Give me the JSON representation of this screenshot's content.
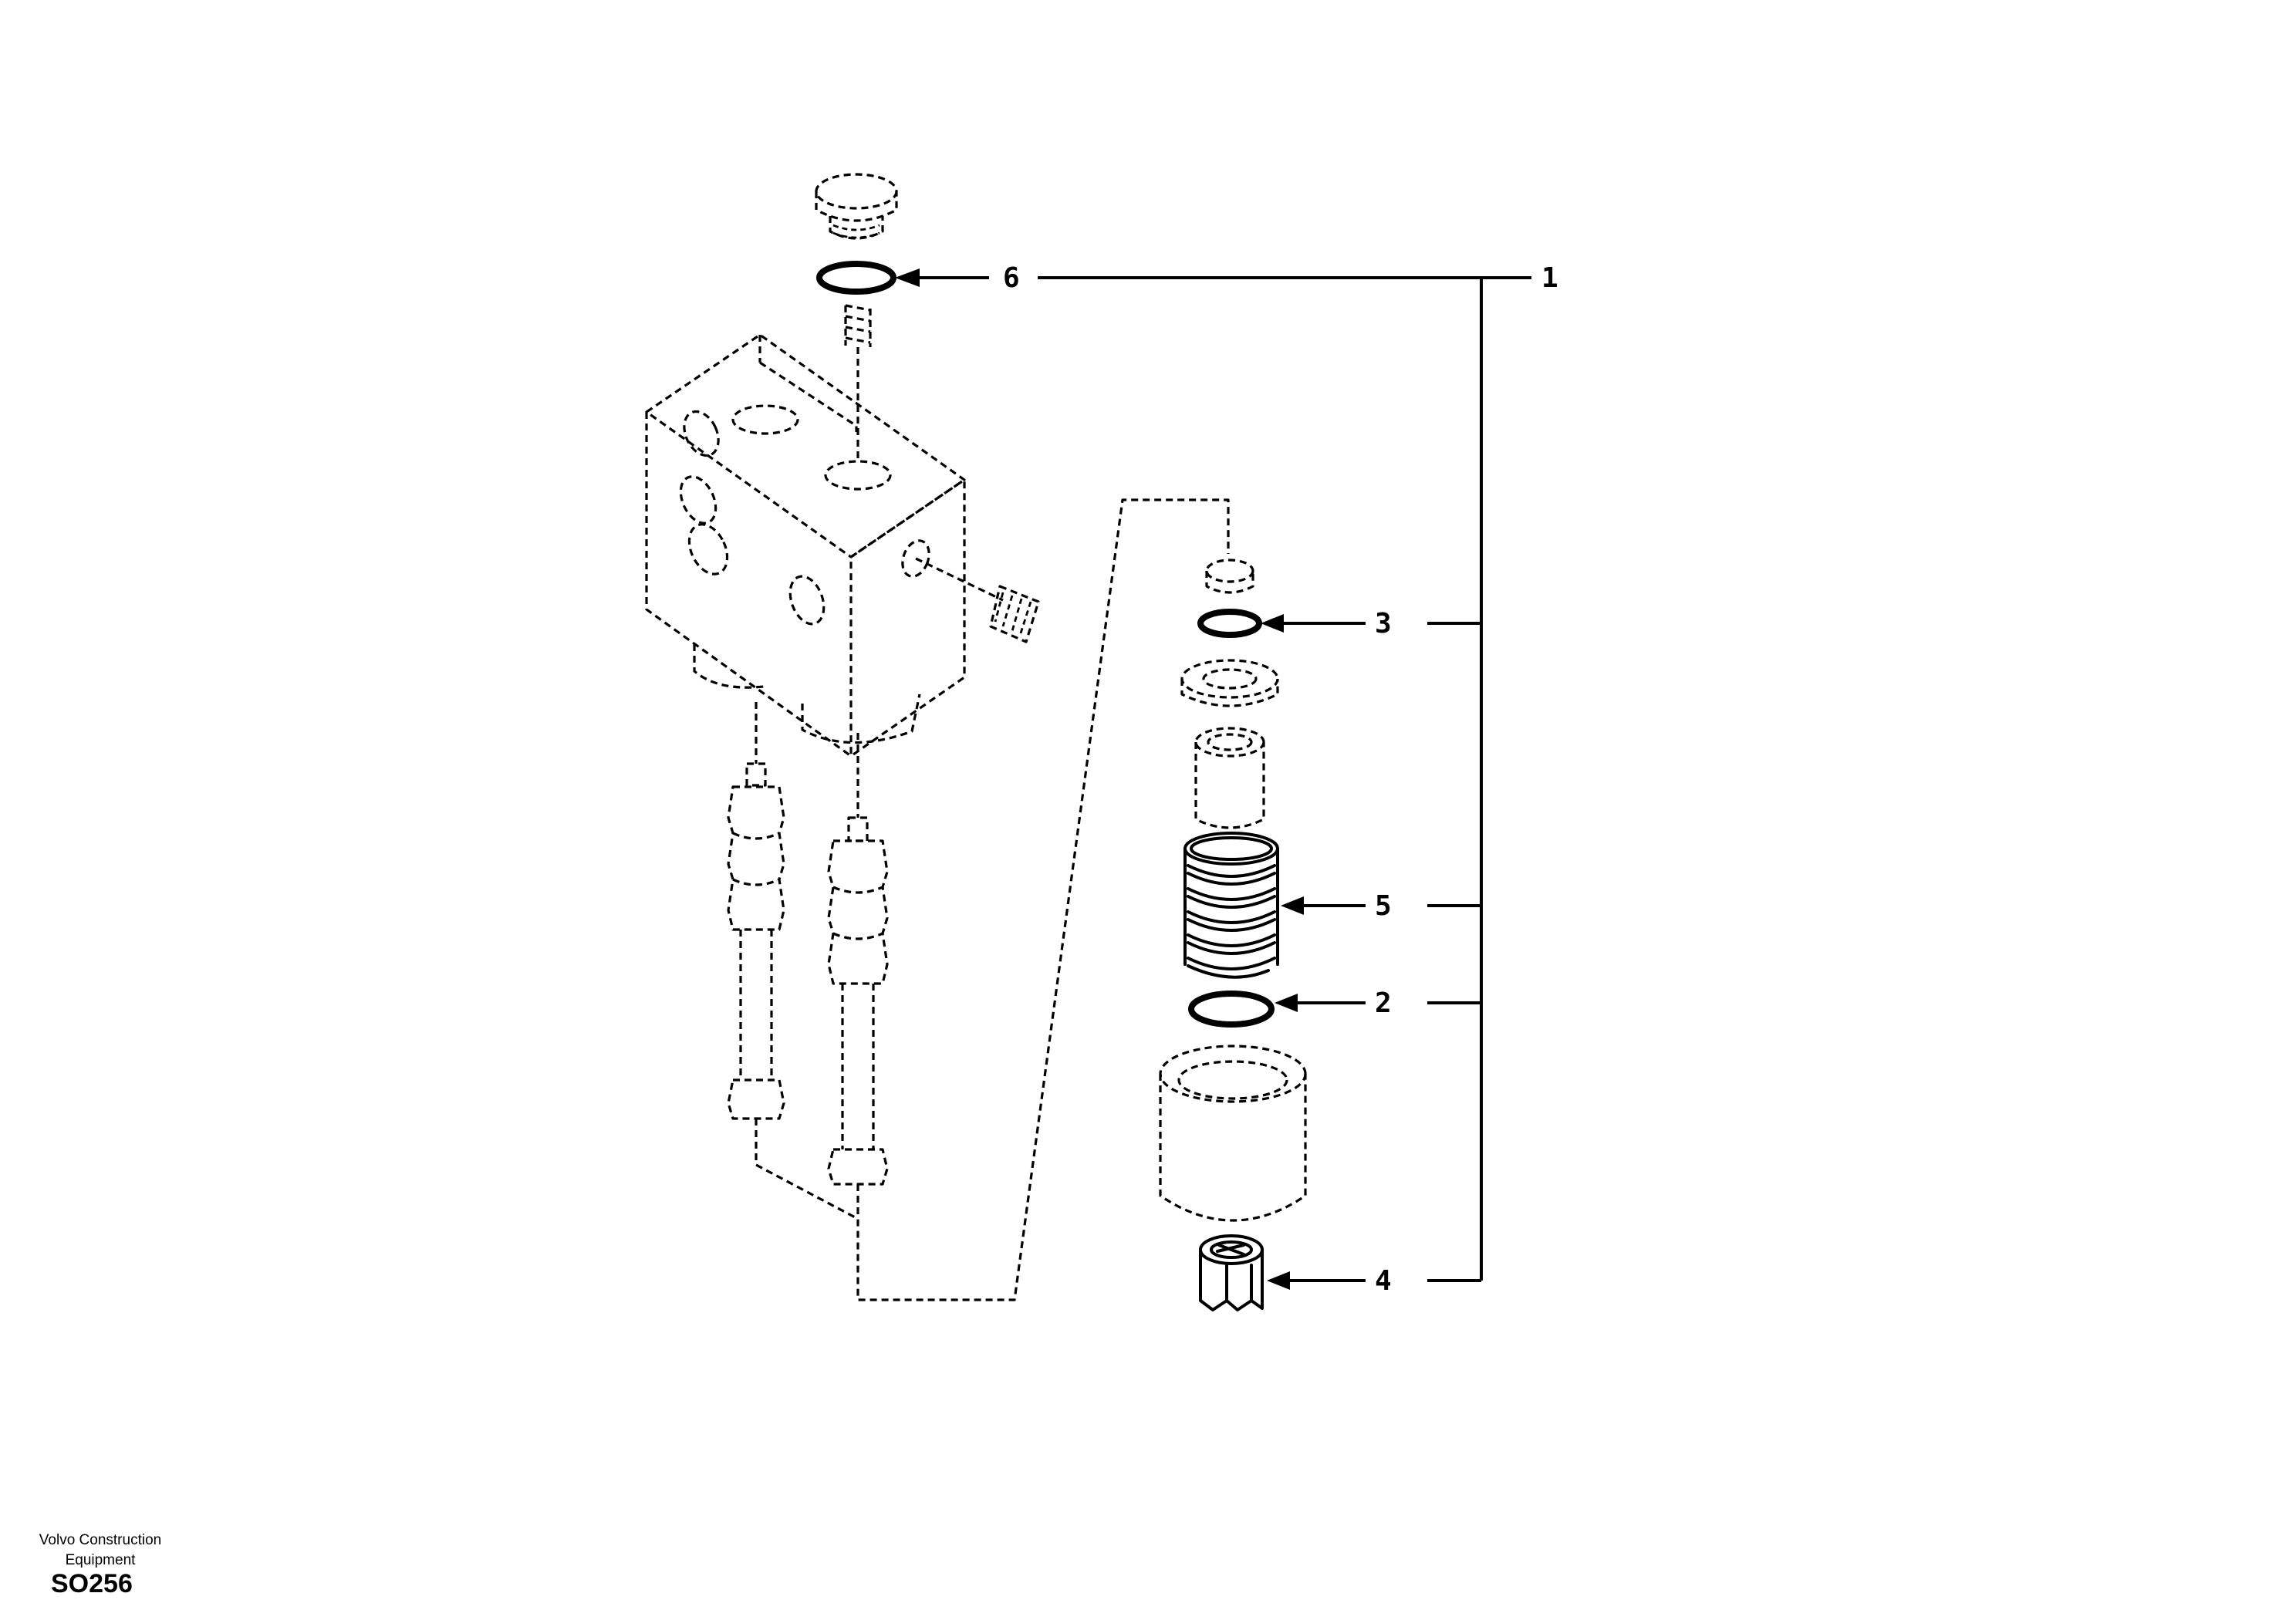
{
  "callouts": {
    "c1": "1",
    "c2": "2",
    "c3": "3",
    "c4": "4",
    "c5": "5",
    "c6": "6"
  },
  "footer": {
    "brand_line1": "Volvo Construction",
    "brand_line2": "Equipment",
    "drawing_code": "SO256"
  }
}
